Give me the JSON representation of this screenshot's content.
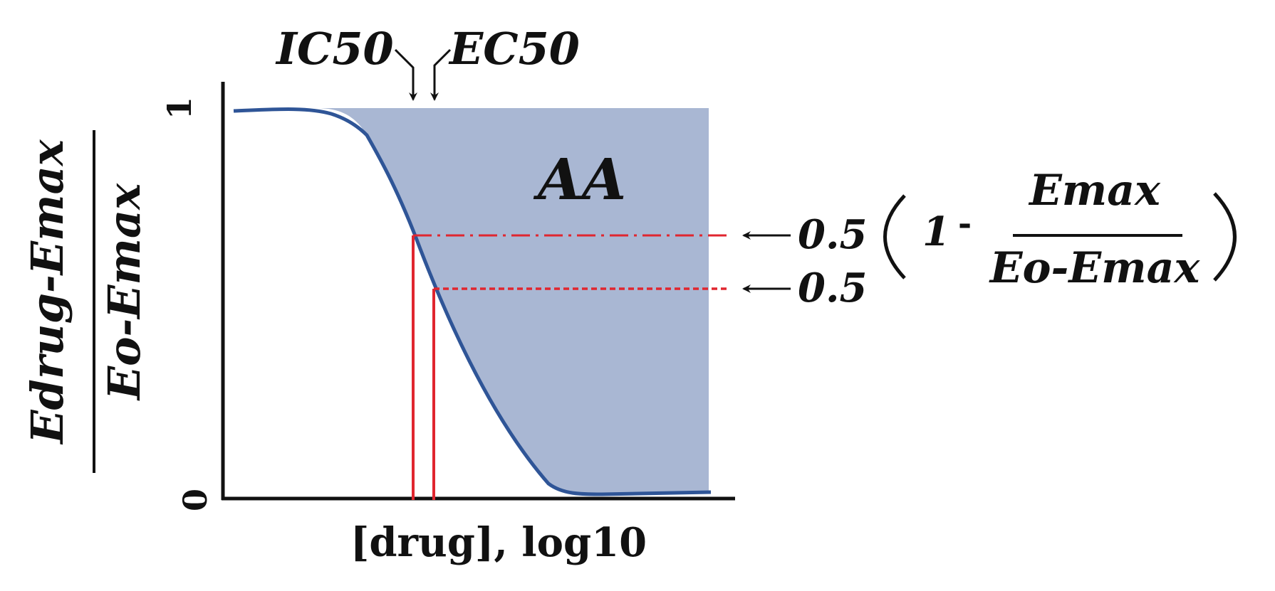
{
  "figure": {
    "y_axis_label": {
      "numerator": "Edrug-Emax",
      "denominator": "Eo-Emax"
    },
    "y_ticks": {
      "top": "1",
      "bottom": "0"
    },
    "x_axis_label": "[drug], log10",
    "markers": {
      "ic50": "IC50",
      "ec50": "EC50"
    },
    "area_label": "AA",
    "levels": {
      "ic50_level": "0.5",
      "ec50_level": "0.5"
    },
    "formula": {
      "one": "1",
      "minus": "-",
      "numerator": "Emax",
      "denominator": "Eo-Emax"
    },
    "colors": {
      "curve": "#2f5597",
      "area_fill": "#a9b7d3",
      "guide_lines": "#e0262f",
      "axis": "#111111"
    }
  }
}
